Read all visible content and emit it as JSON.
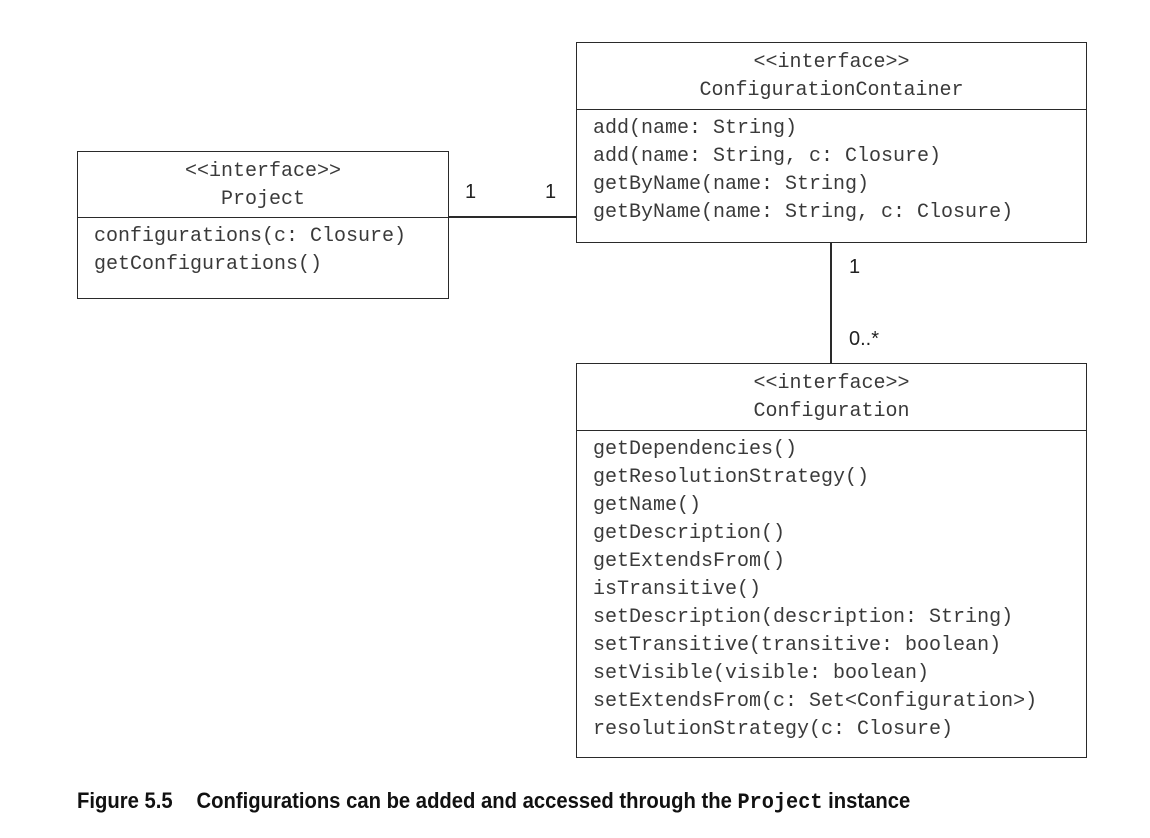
{
  "project": {
    "stereotype": "<<interface>>",
    "name": "Project",
    "methods": [
      "configurations(c: Closure)",
      "getConfigurations()"
    ]
  },
  "container": {
    "stereotype": "<<interface>>",
    "name": "ConfigurationContainer",
    "methods": [
      "add(name: String)",
      "add(name: String, c: Closure)",
      "getByName(name: String)",
      "getByName(name: String, c: Closure)"
    ]
  },
  "configuration": {
    "stereotype": "<<interface>>",
    "name": "Configuration",
    "methods": [
      "getDependencies()",
      "getResolutionStrategy()",
      "getName()",
      "getDescription()",
      "getExtendsFrom()",
      "isTransitive()",
      "setDescription(description: String)",
      "setTransitive(transitive: boolean)",
      "setVisible(visible: boolean)",
      "setExtendsFrom(c: Set<Configuration>)",
      "resolutionStrategy(c: Closure)"
    ]
  },
  "multiplicities": {
    "project_side": "1",
    "container_side": "1",
    "container_to_config": "1",
    "config_side": "0..*"
  },
  "caption": {
    "label": "Figure 5.5",
    "text_before": "Configurations can be added and accessed through the ",
    "code": "Project",
    "text_after": " instance"
  }
}
